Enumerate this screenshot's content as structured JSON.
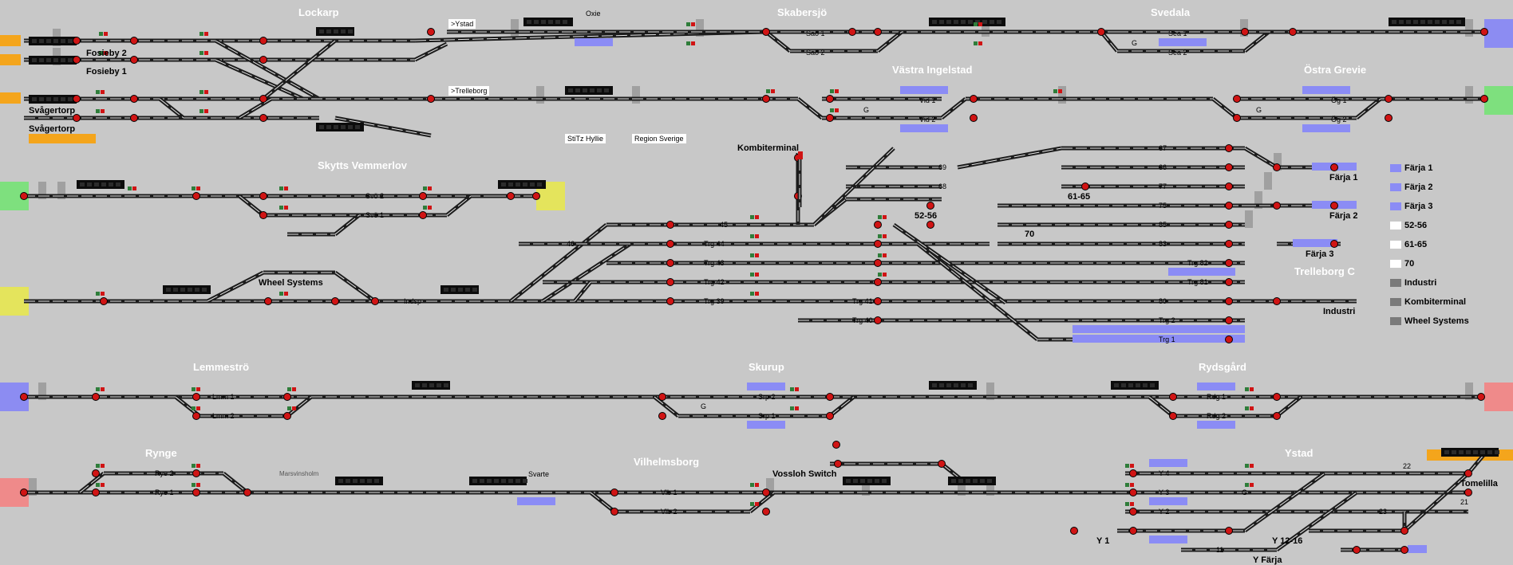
{
  "colors": {
    "background": "#c8c8c8",
    "track": "#1c1c1c",
    "track_highlight": "#e6e6e6",
    "signal": "#d01414",
    "platform": "#8b8cf5",
    "station_gray": "#6c6c6c",
    "station_green": "#3f9a45",
    "station_red": "#a23a3a",
    "edge_orange": "#f4a51c",
    "edge_green": "#7ee07e",
    "edge_yellow": "#e4e45c",
    "edge_blue": "#8c8cf2",
    "edge_red": "#ef8a8a"
  },
  "stations": [
    {
      "id": "lockarp",
      "name": "Lockarp",
      "style": "gray"
    },
    {
      "id": "skabersjo",
      "name": "Skabersjö",
      "style": "gray"
    },
    {
      "id": "svedala",
      "name": "Svedala",
      "style": "green"
    },
    {
      "id": "vastra",
      "name": "Västra Ingelstad",
      "style": "green"
    },
    {
      "id": "ostra",
      "name": "Östra Grevie",
      "style": "green"
    },
    {
      "id": "skytts",
      "name": "Skytts Vemmerlov",
      "style": "gray"
    },
    {
      "id": "trelleborg",
      "name": "Trelleborg C",
      "style": "red"
    },
    {
      "id": "lemmestro",
      "name": "Lemmeströ",
      "style": "gray"
    },
    {
      "id": "skurup",
      "name": "Skurup",
      "style": "green"
    },
    {
      "id": "rydsgard",
      "name": "Rydsgård",
      "style": "green"
    },
    {
      "id": "rynge",
      "name": "Rynge",
      "style": "gray"
    },
    {
      "id": "vilhelmsborg",
      "name": "Vilhelmsborg",
      "style": "gray"
    },
    {
      "id": "ystad",
      "name": "Ystad",
      "style": "red"
    }
  ],
  "place_labels": [
    {
      "id": "fosieby2",
      "text": "Fosieby 2"
    },
    {
      "id": "fosieby1",
      "text": "Fosieby 1"
    },
    {
      "id": "svagertorp1",
      "text": "Svågertorp"
    },
    {
      "id": "svagertorp2",
      "text": "Svågertorp"
    },
    {
      "id": "kombiterminal",
      "text": "Kombiterminal"
    },
    {
      "id": "l5256",
      "text": "52-56"
    },
    {
      "id": "l6165",
      "text": "61-65"
    },
    {
      "id": "l70",
      "text": "70"
    },
    {
      "id": "farja1",
      "text": "Färja 1"
    },
    {
      "id": "farja2",
      "text": "Färja 2"
    },
    {
      "id": "farja3",
      "text": "Färja 3"
    },
    {
      "id": "industri",
      "text": "Industri"
    },
    {
      "id": "wheel",
      "text": "Wheel Systems"
    },
    {
      "id": "vossloh",
      "text": "Vossloh Switch"
    },
    {
      "id": "tomelilla",
      "text": "Tomelilla"
    },
    {
      "id": "y1",
      "text": "Y 1"
    },
    {
      "id": "y1216",
      "text": "Y 12-16"
    },
    {
      "id": "yfarja",
      "text": "Y Färja"
    }
  ],
  "track_labels": [
    {
      "id": "sao1",
      "text": "Saö 1"
    },
    {
      "id": "sao2",
      "text": "Saö 2"
    },
    {
      "id": "sea1",
      "text": "Sea 1"
    },
    {
      "id": "sea2",
      "text": "Sea 2"
    },
    {
      "id": "vid1",
      "text": "Vid 1"
    },
    {
      "id": "vid2",
      "text": "Vid 2"
    },
    {
      "id": "og1",
      "text": "Ög 1"
    },
    {
      "id": "og2",
      "text": "Ög 2"
    },
    {
      "id": "svo2",
      "text": "Svö 2"
    },
    {
      "id": "svo1",
      "text": "Svö 1"
    },
    {
      "id": "t45",
      "text": "45"
    },
    {
      "id": "t46",
      "text": "46"
    },
    {
      "id": "trg44",
      "text": "Trg 44"
    },
    {
      "id": "trg43",
      "text": "Trg 43"
    },
    {
      "id": "trg42",
      "text": "Trg 42"
    },
    {
      "id": "trg39",
      "text": "Trg 39"
    },
    {
      "id": "trg41",
      "text": "Trg 41"
    },
    {
      "id": "trg40",
      "text": "Trg 40"
    },
    {
      "id": "trg2",
      "text": "Trg 2"
    },
    {
      "id": "trg1",
      "text": "Trg 1"
    },
    {
      "id": "trg82",
      "text": "Trg 82"
    },
    {
      "id": "trg81",
      "text": "Trg 81"
    },
    {
      "id": "t69",
      "text": "69"
    },
    {
      "id": "t68",
      "text": "68"
    },
    {
      "id": "t67",
      "text": "67"
    },
    {
      "id": "t66",
      "text": "66"
    },
    {
      "id": "t77",
      "text": "77"
    },
    {
      "id": "t75",
      "text": "75"
    },
    {
      "id": "t85",
      "text": "85"
    },
    {
      "id": "t83",
      "text": "83"
    },
    {
      "id": "t80",
      "text": "80"
    },
    {
      "id": "indsp",
      "text": "Indsp"
    },
    {
      "id": "lmm1",
      "text": "Lmm 1"
    },
    {
      "id": "lmm2",
      "text": "Lmm 2"
    },
    {
      "id": "srp2",
      "text": "Srp 2"
    },
    {
      "id": "srp1",
      "text": "Srp 1"
    },
    {
      "id": "rdg1",
      "text": "Rdg 1"
    },
    {
      "id": "rdg2",
      "text": "Rdg 2"
    },
    {
      "id": "rye2",
      "text": "Rye 2"
    },
    {
      "id": "rye1",
      "text": "Rye 1"
    },
    {
      "id": "vlb1",
      "text": "Vlb 1"
    },
    {
      "id": "vlb2",
      "text": "Vlb 2"
    },
    {
      "id": "y4",
      "text": "Y 4"
    },
    {
      "id": "y3",
      "text": "Y 3"
    },
    {
      "id": "y2",
      "text": "Y 2"
    },
    {
      "id": "t11",
      "text": "11"
    },
    {
      "id": "t22",
      "text": "22"
    },
    {
      "id": "t21",
      "text": "21"
    },
    {
      "id": "t23",
      "text": "23"
    },
    {
      "id": "g1",
      "text": "G"
    },
    {
      "id": "g2",
      "text": "G"
    },
    {
      "id": "g3",
      "text": "G"
    },
    {
      "id": "g4",
      "text": "G"
    },
    {
      "id": "g5",
      "text": "G"
    }
  ],
  "small_labels": [
    {
      "id": "oxie",
      "text": "Oxie"
    },
    {
      "id": "marsvinsholm",
      "text": "Marsvinsholm"
    },
    {
      "id": "svarte",
      "text": "Svarte"
    }
  ],
  "direction_labels": [
    {
      "id": "ystad_dir",
      "text": ">Ystad"
    },
    {
      "id": "trelleborg_dir",
      "text": ">Trelleborg"
    }
  ],
  "info_boxes": [
    {
      "id": "hyllie",
      "text": "StiTz Hyllie"
    },
    {
      "id": "regionsverige",
      "text": "Region Sverige"
    }
  ],
  "legend": [
    {
      "label": "Färja 1",
      "swatch": "#8b8cf5"
    },
    {
      "label": "Färja 2",
      "swatch": "#8b8cf5"
    },
    {
      "label": "Färja 3",
      "swatch": "#8b8cf5"
    },
    {
      "label": "52-56",
      "swatch": "#ffffff"
    },
    {
      "label": "61-65",
      "swatch": "#ffffff"
    },
    {
      "label": "70",
      "swatch": "#ffffff"
    },
    {
      "label": "Industri",
      "swatch": "#7a7a7a"
    },
    {
      "label": "Kombiterminal",
      "swatch": "#7a7a7a"
    },
    {
      "label": "Wheel Systems",
      "swatch": "#7a7a7a"
    }
  ]
}
